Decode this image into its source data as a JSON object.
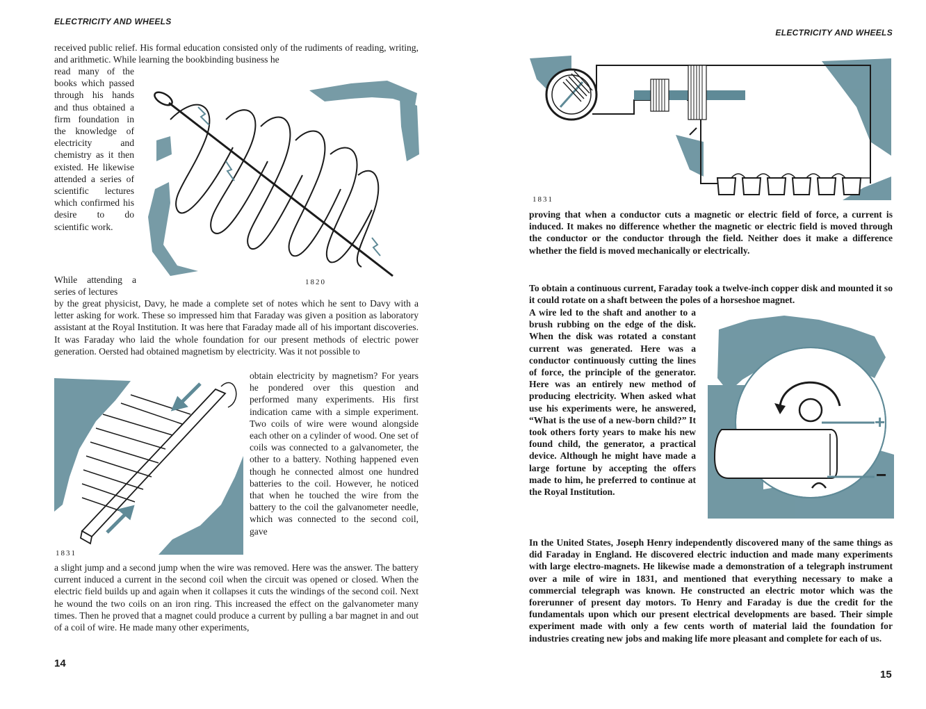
{
  "left_page": {
    "running_head": "ELECTRICITY AND WHEELS",
    "page_number": "14",
    "para1_intro": "received public relief. His formal education consisted only of the rudiments of reading, writing, and arithmetic. While learning the bookbinding business he",
    "para1_narrow": "read many of the books which passed through his hands and thus obtained a firm foundation in the knowledge of electricity and chemistry as it then existed. He likewise attended a series of scientific lectures which confirmed his desire to do scientific work.",
    "para2_narrow": "While attending a series of lectures",
    "para2_full": "by the great physicist, Davy, he made a complete set of notes which he sent to Davy with a letter asking for work. These so impressed him that Faraday was given a position as laboratory assistant at the Royal Institution. It was here that Faraday made all of his important discoveries. It was Faraday who laid the whole foundation for our present methods of electric power generation. Oersted had obtained magnetism by electricity. Was it not possible to",
    "para2_side": "obtain electricity by magnetism? For years he pondered over this question and performed many experiments. His first indication came with a simple experiment. Two coils of wire were wound alongside each other on a cylinder of wood. One set of coils was connected to a galvanometer, the other to a battery. Nothing happened even though he connected almost one hundred batteries to the coil. However, he noticed that when he touched the wire from the battery to the coil the galvanometer needle, which was connected to the second coil, gave",
    "para2_end": "a slight jump and a second jump when the wire was removed. Here was the answer. The battery current induced a current in the second coil when the circuit was opened or closed. When the electric field builds up and again when it collapses it cuts the windings of the second coil. Next he wound the two coils on an iron ring. This increased the effect on the galvanometer many times. Then he proved that a magnet could produce a current by pulling a bar magnet in and out of a coil of wire. He made many other experiments,",
    "fig1_caption": "1820",
    "fig2_caption": "1831"
  },
  "right_page": {
    "running_head": "ELECTRICITY AND WHEELS",
    "page_number": "15",
    "fig3_caption": "1831",
    "para1": "proving that when a conductor cuts a magnetic or electric field of force, a current is induced. It makes no difference whether the magnetic or electric field is moved through the conductor or the conductor through the field. Neither does it make a difference whether the field is moved mechanically or electrically.",
    "para2_full": "To obtain a continuous current, Faraday took a twelve-inch copper disk and mounted it so it could rotate on a shaft between the poles of a horseshoe magnet.",
    "para2_narrow": "A wire led to the shaft and another to a brush rubbing on the edge of the disk. When the disk was rotated a constant current was generated. Here was a conductor continuously cutting the lines of force, the principle of the generator. Here was an entirely new method of producing electricity. When asked what use his experiments were, he answered, “What is the use of a new-born child?” It took others forty years to make his new found child, the generator, a practical device. Although he might have made a large fortune by accepting the offers made to him, he preferred to continue at the Royal Institution.",
    "para3": "In the United States, Joseph Henry independently discovered many of the same things as did Faraday in England. He discovered electric induction and made many experiments with large electro-magnets. He likewise made a demonstration of a telegraph instrument over a mile of wire in 1831, and mentioned that everything necessary to make a commercial telegraph was known. He constructed an electric motor which was the forerunner of present day motors. To Henry and Faraday is due the credit for the fundamentals upon which our present electrical developments are based. Their simple experiment made with only a few cents worth of material laid the foundation for industries creating new jobs and making life more pleasant and complete for each of us.",
    "fig4_plus": "+",
    "fig4_minus": "−"
  },
  "colors": {
    "accent_teal": "#5f8a97",
    "text": "#1b1b1b"
  }
}
